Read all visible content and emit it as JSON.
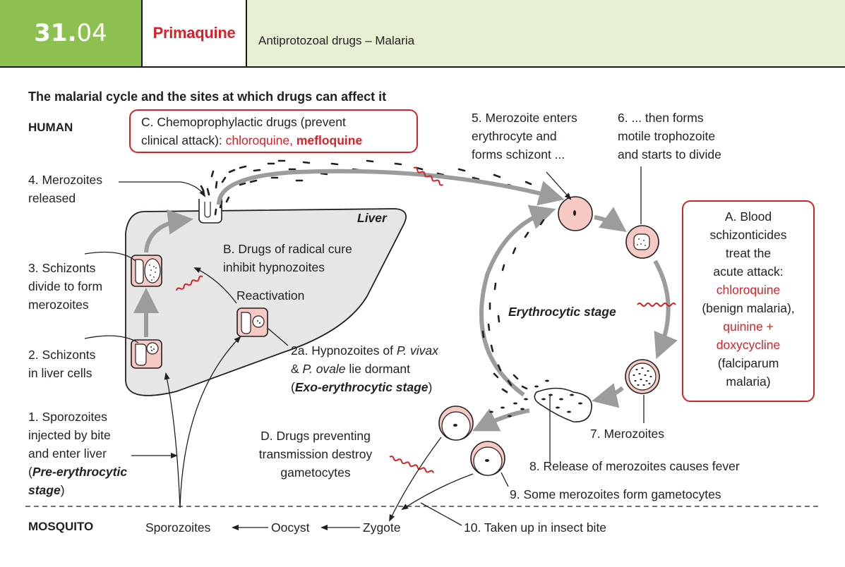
{
  "header": {
    "chapter_main": "31.",
    "chapter_sub": "04",
    "drug": "Primaquine",
    "subtitle": "Antiprotozoal drugs – Malaria"
  },
  "figure_title": "The malarial cycle and the sites at which drugs can affect it",
  "zones": {
    "human": "HUMAN",
    "mosquito": "MOSQUITO"
  },
  "liver_label": "Liver",
  "erythrocytic_stage": "Erythrocytic stage",
  "steps": {
    "s1_line1": "1. Sporozoites",
    "s1_line2": "injected by bite",
    "s1_line3": "and enter liver",
    "s1_line4_open": "(",
    "s1_line4_em": "Pre-erythrocytic",
    "s1_line5_em": "stage",
    "s1_line5_close": ")",
    "s2_line1": "2. Schizonts",
    "s2_line2": "in liver cells",
    "s2a_line1": "2a. Hypnozoites of ",
    "s2a_line1_em": "P. vivax",
    "s2a_line2_pre": "& ",
    "s2a_line2_em": "P. ovale",
    "s2a_line2_post": " lie dormant",
    "s2a_line3_open": "(",
    "s2a_line3_em": "Exo-erythrocytic stage",
    "s2a_line3_close": ")",
    "s3_line1": "3. Schizonts",
    "s3_line2": "divide to form",
    "s3_line3": "merozoites",
    "s4_line1": "4. Merozoites",
    "s4_line2": "released",
    "s5_line1": "5. Merozoite enters",
    "s5_line2": "erythrocyte and",
    "s5_line3": "forms schizont ...",
    "s6_line1": "6. ... then forms",
    "s6_line2": "motile trophozoite",
    "s6_line3": "and starts to divide",
    "s7": "7. Merozoites",
    "s8": "8. Release of merozoites causes fever",
    "s9": "9. Some merozoites form gametocytes",
    "s10": "10. Taken up in insect bite",
    "reactivation": "Reactivation"
  },
  "drugs": {
    "A_line1": "A. Blood",
    "A_line2": "schizonticides",
    "A_line3": "treat the",
    "A_line4": "acute attack:",
    "A_line5": "chloroquine",
    "A_line6": "(benign malaria),",
    "A_line7": "quinine +",
    "A_line8": "doxycycline",
    "A_line9": "(falciparum",
    "A_line10": "malaria)",
    "B_line1": "B. Drugs of radical cure",
    "B_line2": "inhibit hypnozoites",
    "C_line1": "C. Chemoprophylactic drugs (prevent",
    "C_line2_pre": "clinical attack): ",
    "C_line2_drug1": "chloroquine,",
    "C_line2_drug2": "mefloquine",
    "D_line1": "D. Drugs preventing",
    "D_line2": "transmission destroy",
    "D_line3": "gametocytes"
  },
  "mosquito_chain": {
    "sporozoites": "Sporozoites",
    "oocyst": "Oocyst",
    "zygote": "Zygote"
  },
  "colors": {
    "header_green": "#8cc152",
    "header_band": "#e6f1d4",
    "accent_red": "#d2232a",
    "liver_fill": "#e6e6e6",
    "cell_pink": "#f6c9c4",
    "arrow_gray": "#9c9c9c"
  }
}
